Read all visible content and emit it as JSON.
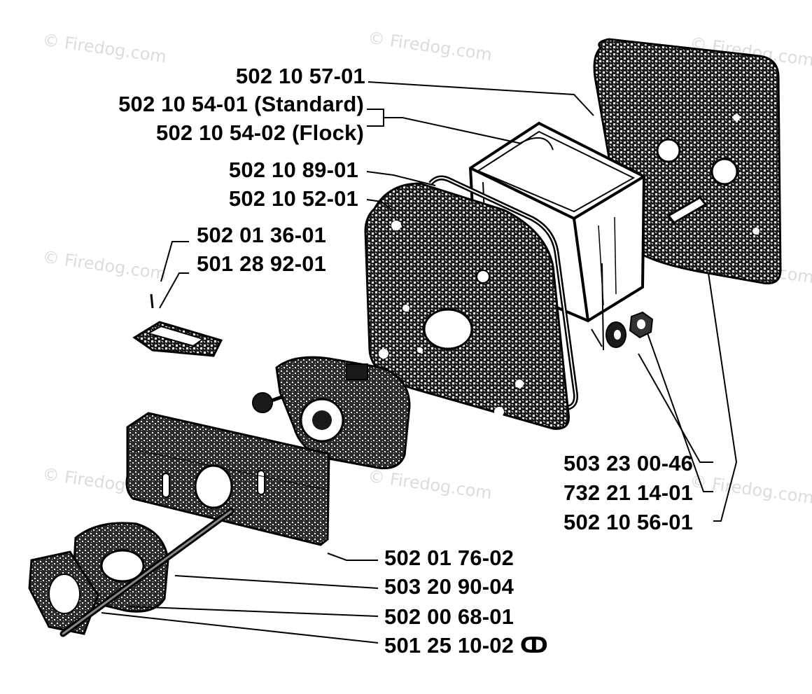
{
  "watermark": "© Firedog.com",
  "part_numbers": {
    "p1": "502 10 57-01",
    "p2": "502 10 54-01 (Standard)",
    "p3": "502 10 54-02 (Flock)",
    "p4": "502 10 89-01",
    "p5": "502 10 52-01",
    "p6": "502 01 36-01",
    "p7": "501 28 92-01",
    "p8": "503 23 00-46",
    "p9": "732 21 14-01",
    "p10": "502 10 56-01",
    "p11": "502 01 76-02",
    "p12": "503 20 90-04",
    "p13": "502 00 68-01",
    "p14": "501 25 10-02 ↀ"
  }
}
